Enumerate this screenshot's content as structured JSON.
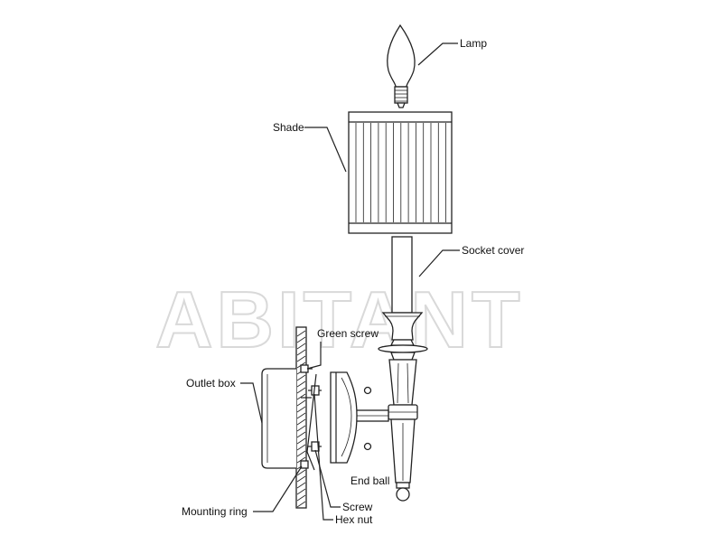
{
  "watermark": "ABITANT",
  "labels": {
    "lamp": "Lamp",
    "shade": "Shade",
    "socket_cover": "Socket cover",
    "green_screw": "Green screw",
    "outlet_box": "Outlet box",
    "end_ball": "End ball",
    "mounting_ring": "Mounting ring",
    "screw": "Screw",
    "hex_nut": "Hex nut"
  }
}
